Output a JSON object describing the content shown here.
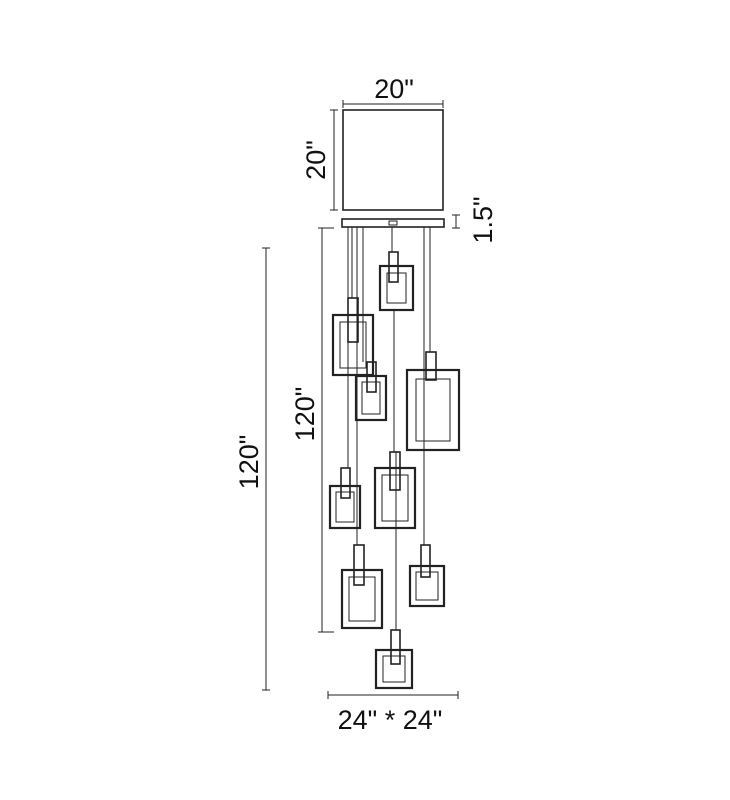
{
  "diagram": {
    "labels": {
      "canopy_width": "20\"",
      "canopy_height": "20\"",
      "canopy_thickness": "1.5\"",
      "cable_length": "120\"",
      "overall_height": "120\"",
      "fixture_footprint": "24\" * 24\""
    },
    "colors": {
      "line": "#222222",
      "background": "#ffffff"
    }
  }
}
